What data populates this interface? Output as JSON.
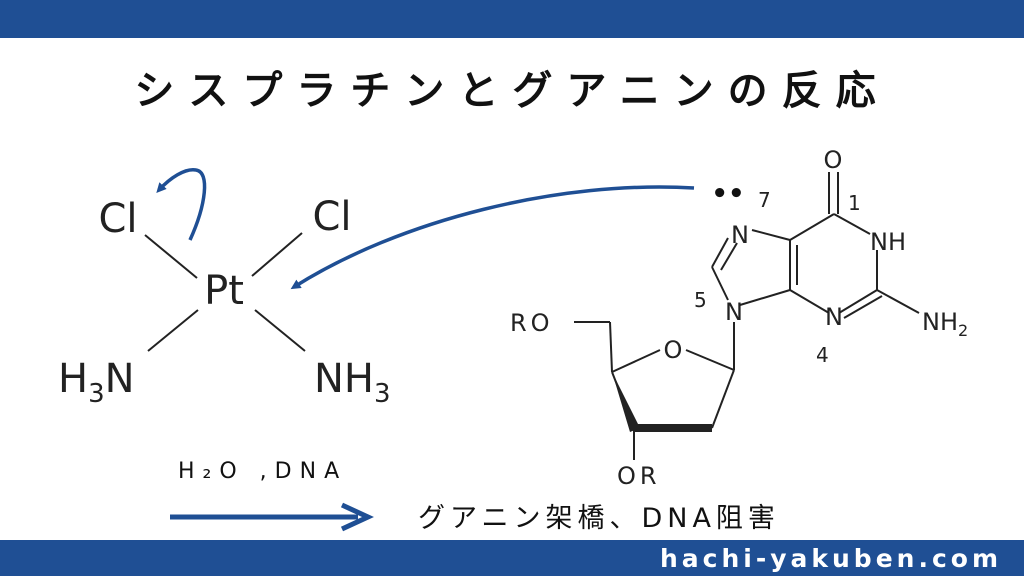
{
  "title": "シスプラチンとグアニンの反応",
  "cisplatin": {
    "center": "Pt",
    "ligand_top_left": "Cl",
    "ligand_top_right": "Cl",
    "ligand_bottom_left_main": "H",
    "ligand_bottom_left_sub": "3",
    "ligand_bottom_left_tail": "N",
    "ligand_bottom_right_main": "NH",
    "ligand_bottom_right_sub": "3"
  },
  "guanosine": {
    "carbonyl_o": "O",
    "n1": "NH",
    "n7": "N",
    "n3": "N",
    "n9": "N",
    "amine_main": "NH",
    "amine_sub": "2",
    "ring_o": "O",
    "ro_left": "RO",
    "or_bottom": "OR",
    "lone_pair": "••",
    "num_7": "7",
    "num_1": "1",
    "num_5": "5",
    "num_4": "4"
  },
  "reaction": {
    "reagents": "H₂O ,DNA",
    "result": "グアニン架橋、DNA阻害"
  },
  "footer": {
    "url": "hachi-yakuben.com"
  },
  "colors": {
    "brand": "#1f4f94",
    "text": "#111111",
    "bond": "#222222"
  }
}
